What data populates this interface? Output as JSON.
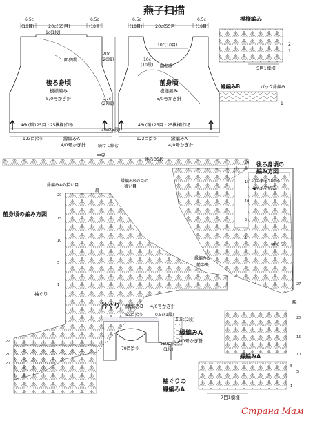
{
  "title": "燕子扫描",
  "schematic": {
    "back": {
      "name": "後ろ身頃",
      "stitch": "模様編み",
      "hook": "5/0号かぎ針",
      "top_left_shoulder": "6.5c",
      "top_left_shoulder_rows": "(18目)",
      "top_middle": "20c(55目)",
      "top_right_shoulder": "6.5c",
      "top_right_shoulder_rows": "(18目)",
      "neck_depth": "1c(1段)",
      "note_ref": "図参照",
      "hem_label": "46c(鎖125目・25模様)作る",
      "edging_count": "123目拾う"
    },
    "front": {
      "name": "前身頃",
      "stitch": "模様編み",
      "hook": "5/0号かぎ針",
      "top_left_shoulder": "6.5c",
      "top_left_shoulder_rows": "(18目)",
      "top_middle": "20c(55目)",
      "top_right_shoulder": "6.5c",
      "top_right_shoulder_rows": "(18目)",
      "neck_width": "10c(10目)",
      "neck_depth": "10c",
      "neck_depth_rows": "(10段)",
      "note_ref": "図参照",
      "hem_label": "46c(鎖125目・25模様)作る",
      "edging_count": "122目拾う"
    },
    "armhole_height": "20c",
    "armhole_rows": "(20段)",
    "body_height": "27c",
    "body_rows": "(27段)",
    "side_gap": "3.5c(5段)",
    "edging_name": "縁編みA",
    "edging_hook": "4/0号かぎ針",
    "join_note": "続けて編む"
  },
  "legend": {
    "pattern_title": "模様編み",
    "pattern_repeat": "5目1模様",
    "row_markers": [
      "2",
      "1"
    ],
    "edge_b_title": "縁編みB",
    "picot_label": "パック縁編み",
    "edge_b_row": "1"
  },
  "chart_labels": {
    "center": "中央",
    "back_start_rows": "後ろ35段",
    "back_chart_title_1": "後ろ身頃の",
    "back_chart_title_2": "編み方図",
    "front_chart_title": "前身頃の編み方図",
    "edge_a_pickup": "縁編みAの拾い目",
    "edge_b_pickup_1": "縁編みBの目の",
    "edge_b_pickup_2": "拾い目",
    "shoulder": "肩",
    "sleeve_left": "袖ぐり",
    "sleeve_right": "袖ぐり",
    "edge_b_front": "縁編みB",
    "front_center": "前中央",
    "side": "脇",
    "attach_yarn": "◁＝糸をつける",
    "cut_yarn": "◀＝糸を切る",
    "row_numbers_right": [
      "20",
      "15",
      "10",
      "5",
      "1",
      "27",
      "20",
      "15",
      "10",
      "5"
    ],
    "row_numbers_left": [
      "20",
      "15",
      "10",
      "5",
      "1",
      "27",
      "21",
      "20"
    ]
  },
  "neck_edge": {
    "title": "衿ぐり",
    "stitch": "縁編みB",
    "hook": "4/0号かぎ針",
    "top_count": "53目拾う",
    "depth": "0.5c(1段)",
    "side_depth": "1.5c(2段)",
    "inner_count": "79目拾う",
    "armhole_count": "119目拾う",
    "armhole_count_2": "(1段)"
  },
  "edge_a": {
    "title": "縁編みA",
    "hook": "4/0号かぎ針",
    "armhole_title_1": "袖ぐりの",
    "armhole_title_2": "縁編みA",
    "repeat": "7目1模様",
    "rows": [
      "5",
      "1"
    ]
  },
  "watermark": "Страна Мам"
}
